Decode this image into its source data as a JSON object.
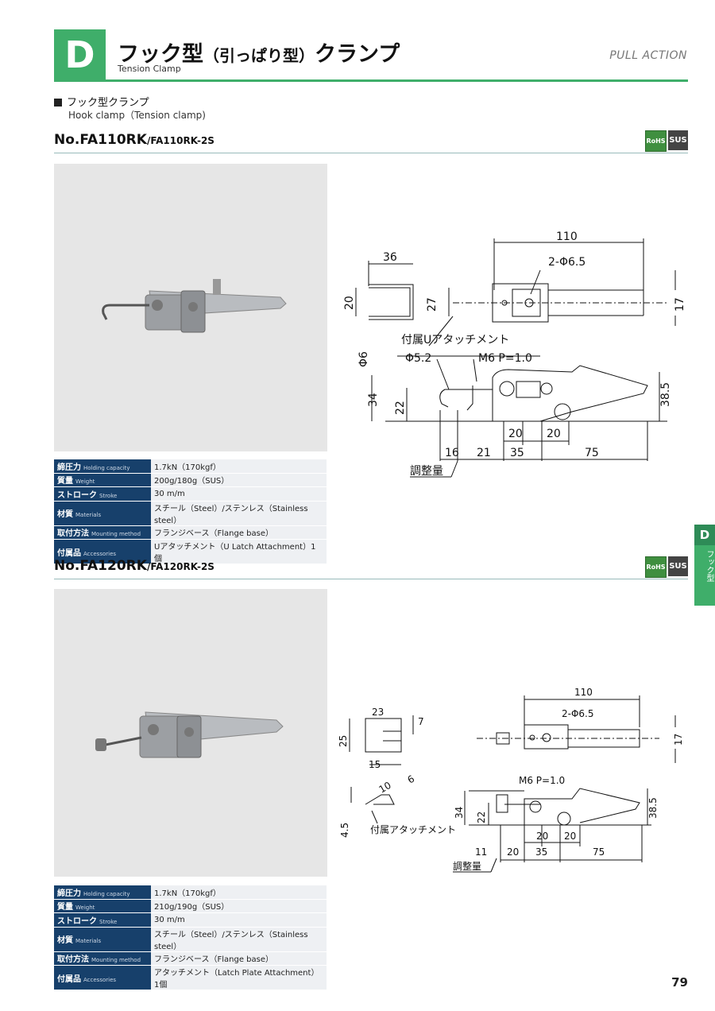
{
  "header": {
    "category_letter": "D",
    "title_main": "フック型",
    "title_paren": "（引っぱり型）",
    "title_end": "クランプ",
    "subtitle": "Tension Clamp",
    "tag": "PULL ACTION"
  },
  "section": {
    "heading": "フック型クランプ",
    "subheading": "Hook clamp（Tension clamp)"
  },
  "products": [
    {
      "model": "No.FA110RK",
      "model_variant": "/FA110RK-2S",
      "icons": [
        "RoHS",
        "SUS"
      ],
      "specs": [
        {
          "ja": "締圧力",
          "en": "Holding capacity",
          "value": "1.7kN（170kgf）"
        },
        {
          "ja": "質量",
          "en": "Weight",
          "value": "200g/180g（SUS）"
        },
        {
          "ja": "ストローク",
          "en": "Stroke",
          "value": "30 m/m"
        },
        {
          "ja": "材質",
          "en": "Materials",
          "value": "スチール（Steel）/ステンレス（Stainless steel）"
        },
        {
          "ja": "取付方法",
          "en": "Mounting method",
          "value": "フランジベース（Flange base）"
        },
        {
          "ja": "付属品",
          "en": "Accessories",
          "value": "Uアタッチメント（U Latch Attachment）1個"
        }
      ],
      "drawing": {
        "d110": "110",
        "d36": "36",
        "d2phi": "2-Φ6.5",
        "d20": "20",
        "d27": "27",
        "d17": "17",
        "attach": "付属Uアタッチメント",
        "phi6": "Φ6",
        "phi52": "Φ5.2",
        "m6": "M6 P=1.0",
        "d34": "34",
        "d22": "22",
        "d385": "38.5",
        "d20a": "20",
        "d20b": "20",
        "d16": "16",
        "d21": "21",
        "d35": "35",
        "d75": "75",
        "adjust": "調整量"
      }
    },
    {
      "model": "No.FA120RK",
      "model_variant": "/FA120RK-2S",
      "icons": [
        "RoHS",
        "SUS"
      ],
      "specs": [
        {
          "ja": "締圧力",
          "en": "Holding capacity",
          "value": "1.7kN（170kgf）"
        },
        {
          "ja": "質量",
          "en": "Weight",
          "value": "210g/190g（SUS）"
        },
        {
          "ja": "ストローク",
          "en": "Stroke",
          "value": "30 m/m"
        },
        {
          "ja": "材質",
          "en": "Materials",
          "value": "スチール（Steel）/ステンレス（Stainless steel）"
        },
        {
          "ja": "取付方法",
          "en": "Mounting method",
          "value": "フランジベース（Flange base）"
        },
        {
          "ja": "付属品",
          "en": "Accessories",
          "value": "アタッチメント（Latch Plate Attachment）1個"
        }
      ],
      "drawing": {
        "d110": "110",
        "d23": "23",
        "d7": "7",
        "d2phi": "2-Φ6.5",
        "d25": "25",
        "d17": "17",
        "d15": "15",
        "m6": "M6 P=1.0",
        "d10": "10",
        "d6": "6",
        "d34": "34",
        "d22": "22",
        "d385": "38.5",
        "d45": "4.5",
        "attach": "付属アタッチメント",
        "d20a": "20",
        "d20b": "20",
        "d11": "11",
        "d20c": "20",
        "d35": "35",
        "d75": "75",
        "adjust": "調整量"
      }
    }
  ],
  "side_tab": {
    "letter": "D",
    "text": "フック型"
  },
  "page_number": "79"
}
